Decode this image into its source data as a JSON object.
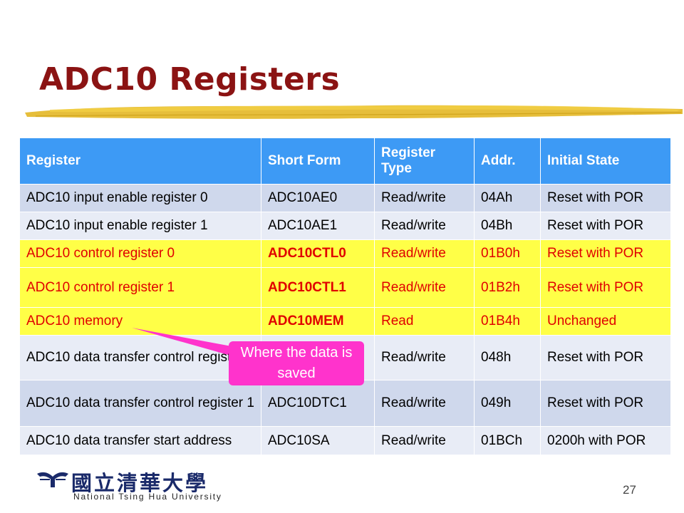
{
  "slide": {
    "title": "ADC10 Registers",
    "page_number": "27"
  },
  "table": {
    "headers": [
      "Register",
      "Short Form",
      "Register Type",
      "Addr.",
      "Initial State"
    ],
    "rows": [
      {
        "register": "ADC10 input enable register 0",
        "short_form": "ADC10AE0",
        "type": "Read/write",
        "addr": "04Ah",
        "initial": "Reset with POR"
      },
      {
        "register": "ADC10 input enable register 1",
        "short_form": "ADC10AE1",
        "type": "Read/write",
        "addr": "04Bh",
        "initial": "Reset with POR"
      },
      {
        "register": "ADC10 control register 0",
        "short_form": "ADC10CTL0",
        "type": "Read/write",
        "addr": "01B0h",
        "initial": "Reset with POR"
      },
      {
        "register": "ADC10 control register 1",
        "short_form": "ADC10CTL1",
        "type": "Read/write",
        "addr": "01B2h",
        "initial": "Reset with POR"
      },
      {
        "register": "ADC10 memory",
        "short_form": "ADC10MEM",
        "type": "Read",
        "addr": "01B4h",
        "initial": "Unchanged"
      },
      {
        "register": "ADC10 data transfer control register 0",
        "short_form": "",
        "type": "Read/write",
        "addr": "048h",
        "initial": "Reset with POR"
      },
      {
        "register": "ADC10 data transfer control register 1",
        "short_form": "ADC10DTC1",
        "type": "Read/write",
        "addr": "049h",
        "initial": "Reset with POR"
      },
      {
        "register": "ADC10 data transfer start address",
        "short_form": "ADC10SA",
        "type": "Read/write",
        "addr": "01BCh",
        "initial": "0200h  with POR"
      }
    ]
  },
  "callout": {
    "text": "Where the data is saved"
  },
  "logo": {
    "chinese": "國立清華大學",
    "english": "National Tsing Hua University"
  },
  "colors": {
    "title": "#8b1313",
    "header_bg": "#3d9af5",
    "highlight_bg": "#ffff47",
    "highlight_text": "#e00000",
    "callout_bg": "#ff33cc"
  }
}
